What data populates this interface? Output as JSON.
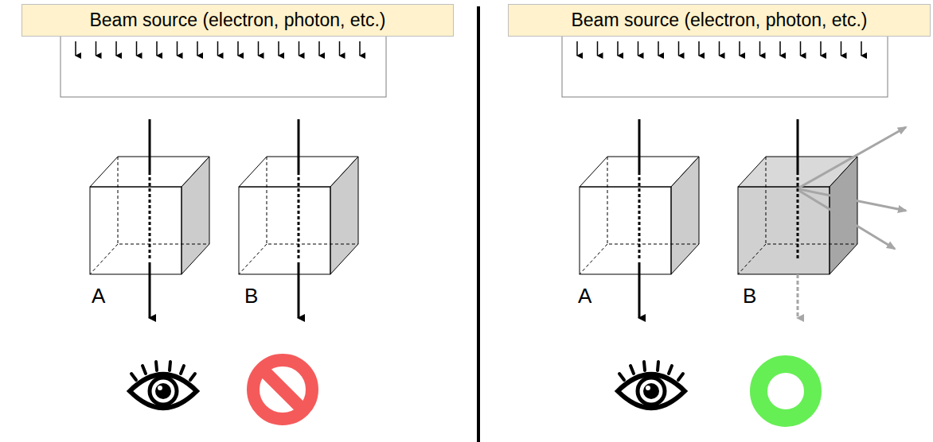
{
  "diagram": {
    "nodes": [
      {
        "text": [
          "Beam source (electron, photon, etc.)"
        ]
      },
      {
        "text": [
          "Beam source (electron, photon, etc.)"
        ]
      }
    ],
    "labels": [
      "A",
      "B",
      "A",
      "B"
    ]
  }
}
